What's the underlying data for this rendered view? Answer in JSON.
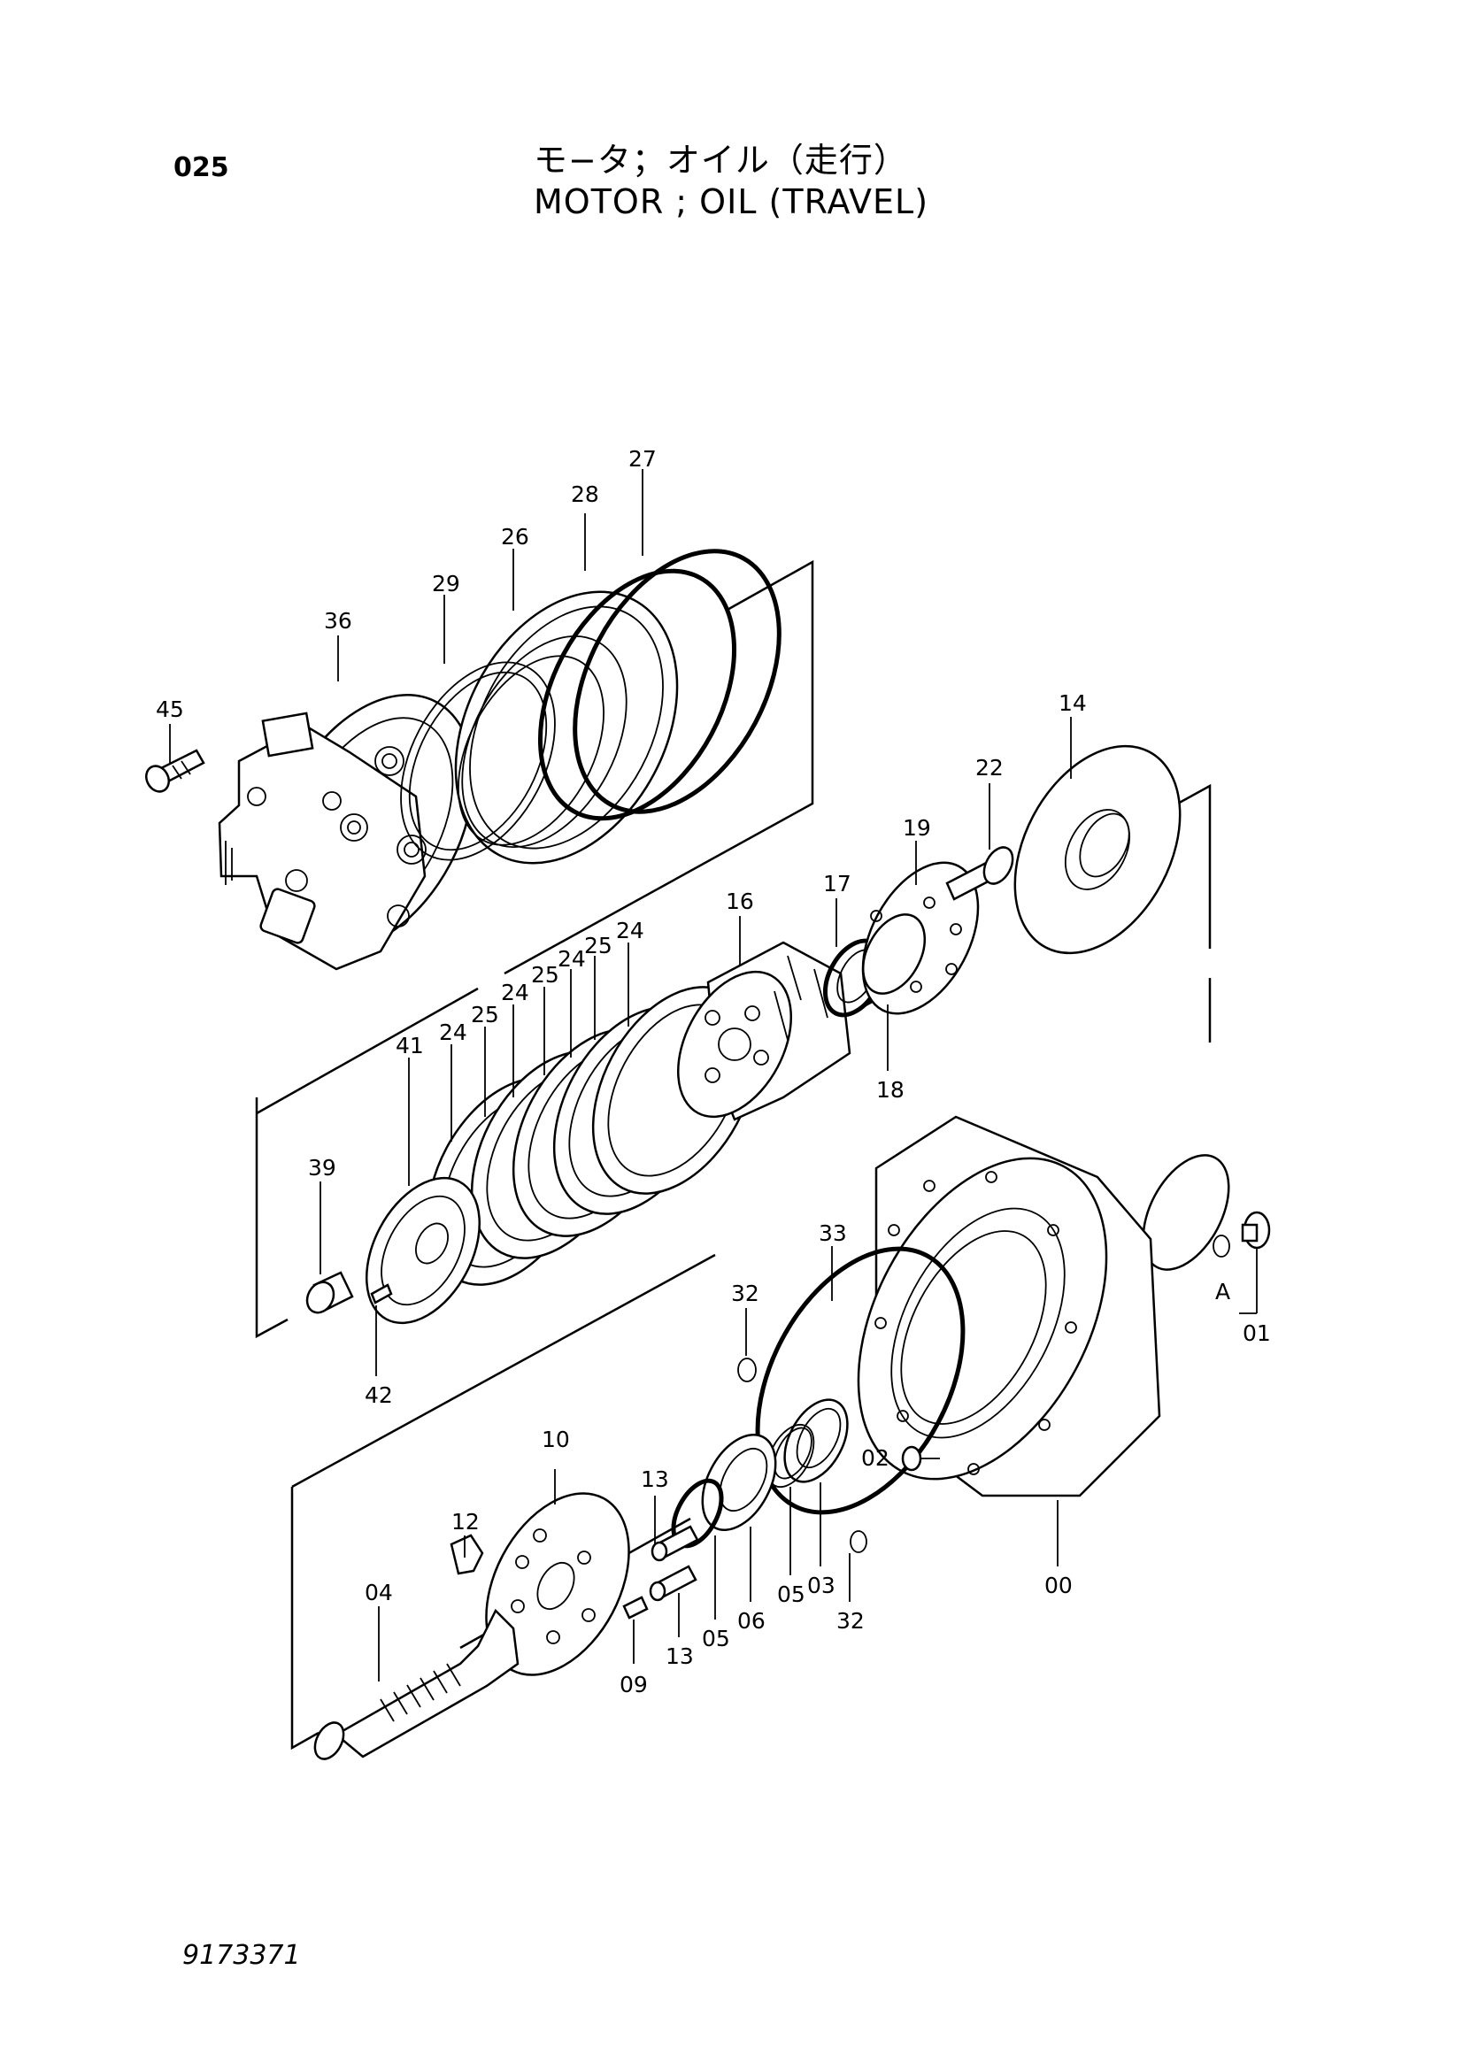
{
  "header": {
    "page_number": "025",
    "title_jp": "モ−タ；オイル（走行）",
    "title_en": "MOTOR ; OIL (TRAVEL)"
  },
  "footer": {
    "doc_id": "9173371"
  },
  "callouts": {
    "c27": "27",
    "c28": "28",
    "c26": "26",
    "c29": "29",
    "c36": "36",
    "c45": "45",
    "c14": "14",
    "c22": "22",
    "c19": "19",
    "c17": "17",
    "c16": "16",
    "c18": "18",
    "c24a": "24",
    "c25a": "25",
    "c24b": "24",
    "c25b": "25",
    "c24c": "24",
    "c25c": "25",
    "c24d": "24",
    "c41": "41",
    "c39": "39",
    "c42": "42",
    "c33": "33",
    "c32a": "32",
    "c01": "01",
    "cA": "A",
    "c02": "02",
    "c10": "10",
    "c12": "12",
    "c13a": "13",
    "c04": "04",
    "c09": "09",
    "c13b": "13",
    "c05a": "05",
    "c06": "06",
    "c05b": "05",
    "c03": "03",
    "c32b": "32",
    "c00": "00"
  }
}
